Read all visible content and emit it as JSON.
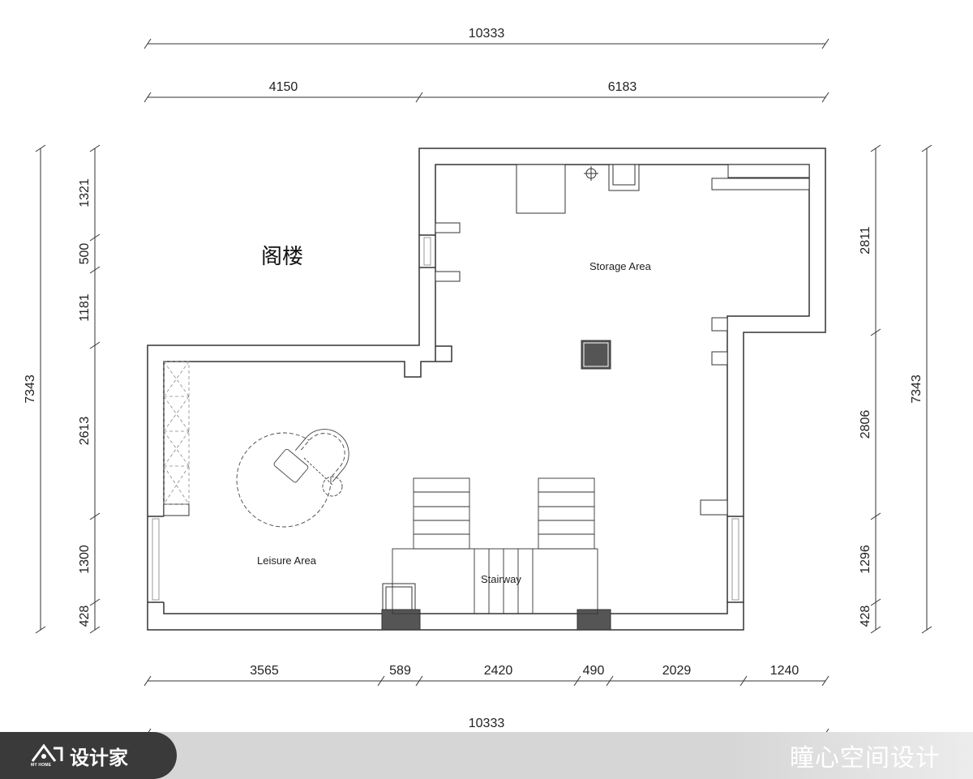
{
  "attic_label": "阁楼",
  "rooms": {
    "storage": "Storage Area",
    "leisure": "Leisure Area",
    "stairway": "Stairway"
  },
  "dimensions": {
    "top_total": "10333",
    "top_parts": [
      "4150",
      "6183"
    ],
    "left_parts": [
      "1321",
      "500",
      "1181",
      "2613",
      "1300",
      "428"
    ],
    "left_total": "7343",
    "right_parts": [
      "2811",
      "2806",
      "1296",
      "428"
    ],
    "right_total": "7343",
    "bottom_parts": [
      "3565",
      "589",
      "2420",
      "490",
      "2029",
      "1240"
    ],
    "bottom_total": "10333"
  },
  "footer": {
    "brand": "设计家",
    "brand_small": "MY HOME",
    "studio": "瞳心空间设计"
  },
  "colors": {
    "wall": "#333333",
    "column_fill": "#555555",
    "banner": "#d6d6d6",
    "logo_bg": "#3a3a3a"
  }
}
